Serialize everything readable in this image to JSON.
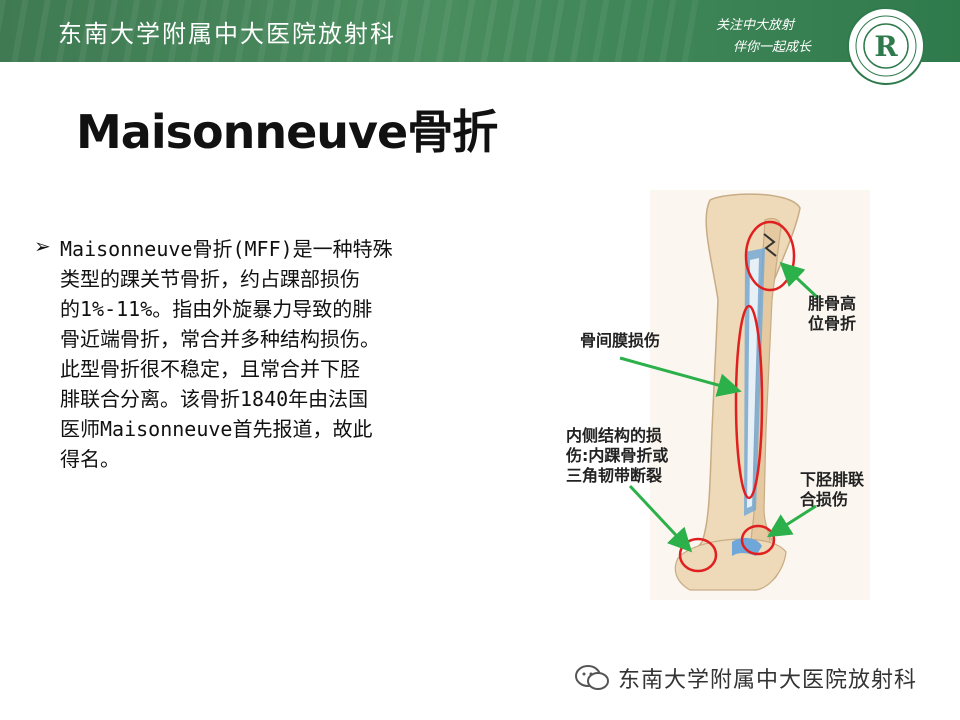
{
  "header": {
    "org": "东南大学附属中大医院放射科",
    "slogan_line1": "关注中大放射",
    "slogan_line2": "伴你一起成长",
    "logo_letter": "R",
    "colors": {
      "band": "#4a8d5f",
      "text": "#ffffff"
    }
  },
  "slide": {
    "title": "Maisonneuve骨折",
    "bullet_marker": "➢",
    "bullet_lines": [
      "Maisonneuve骨折(MFF)是一种特殊",
      "类型的踝关节骨折，约占踝部损伤",
      "的1%-11%。指由外旋暴力导致的腓",
      "骨近端骨折，常合并多种结构损伤。",
      "此型骨折很不稳定，且常合并下胫",
      "腓联合分离。该骨折1840年由法国",
      "医师Maisonneuve首先报道，故此",
      "得名。"
    ]
  },
  "figure": {
    "labels": {
      "fibula_high": [
        "腓骨高",
        "位骨折"
      ],
      "interosseous": "骨间膜损伤",
      "medial": [
        "内侧结构的损",
        "伤:内踝骨折或",
        "三角韧带断裂"
      ],
      "syndesmosis": [
        "下胫腓联",
        "合损伤"
      ]
    },
    "colors": {
      "bone": "#eed9b8",
      "membrane": "#6fa8d8",
      "circle": "#e02020",
      "arrow": "#2bb04a"
    }
  },
  "watermark": {
    "text": "东南大学附属中大医院放射科"
  }
}
